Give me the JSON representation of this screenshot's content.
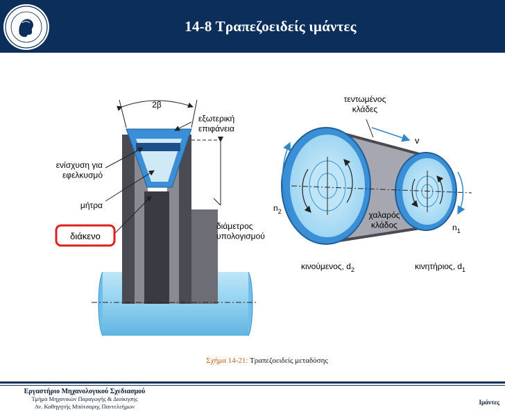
{
  "header": {
    "title": "14-8 Τραπεζοειδείς ιμάντες",
    "background_color": "#0b2e5a",
    "logo_icon": "university-seal-icon"
  },
  "figure": {
    "left_labels": {
      "width_angle": "2β",
      "outer_surface": "εξωτερική\nεπιφάνεια",
      "reinforcement": "ενίσχυση για\nεφελκυσμό",
      "matrix": "μήτρα",
      "gap": "διάκενο",
      "pitch_diameter": "διάμετρος\nυπολογισμού"
    },
    "right_labels": {
      "tight_side": "τεντωμένος\nκλάδες",
      "velocity": "v",
      "n2": "n",
      "n2_sub": "2",
      "slack_side": "χαλαρός\nκλάδος",
      "n1": "n",
      "n1_sub": "1",
      "driven": "κινούμενος, d",
      "driven_sub": "2",
      "driver": "κινητήριος, d",
      "driver_sub": "1"
    },
    "colors": {
      "belt_blue": "#3a8fd6",
      "light_blue": "#8fd0f0",
      "dark_gray": "#4a4a52",
      "highlight_red": "#e0201c",
      "arrow_blue": "#2f86c9"
    }
  },
  "caption": {
    "number": "Σχήμα 14-21:",
    "text": "Τραπεζοειδείς μεταδόσης"
  },
  "footer": {
    "lab": "Εργαστήριο Μηχανολογικού Σχεδιασμού",
    "department": "Τμήμα Μηχανικών Παραγωγής & Διοίκησης",
    "professor": "Αν. Καθηγητής Μπότσαρης Παντελεήμων",
    "topic": "Ιμάντες"
  }
}
